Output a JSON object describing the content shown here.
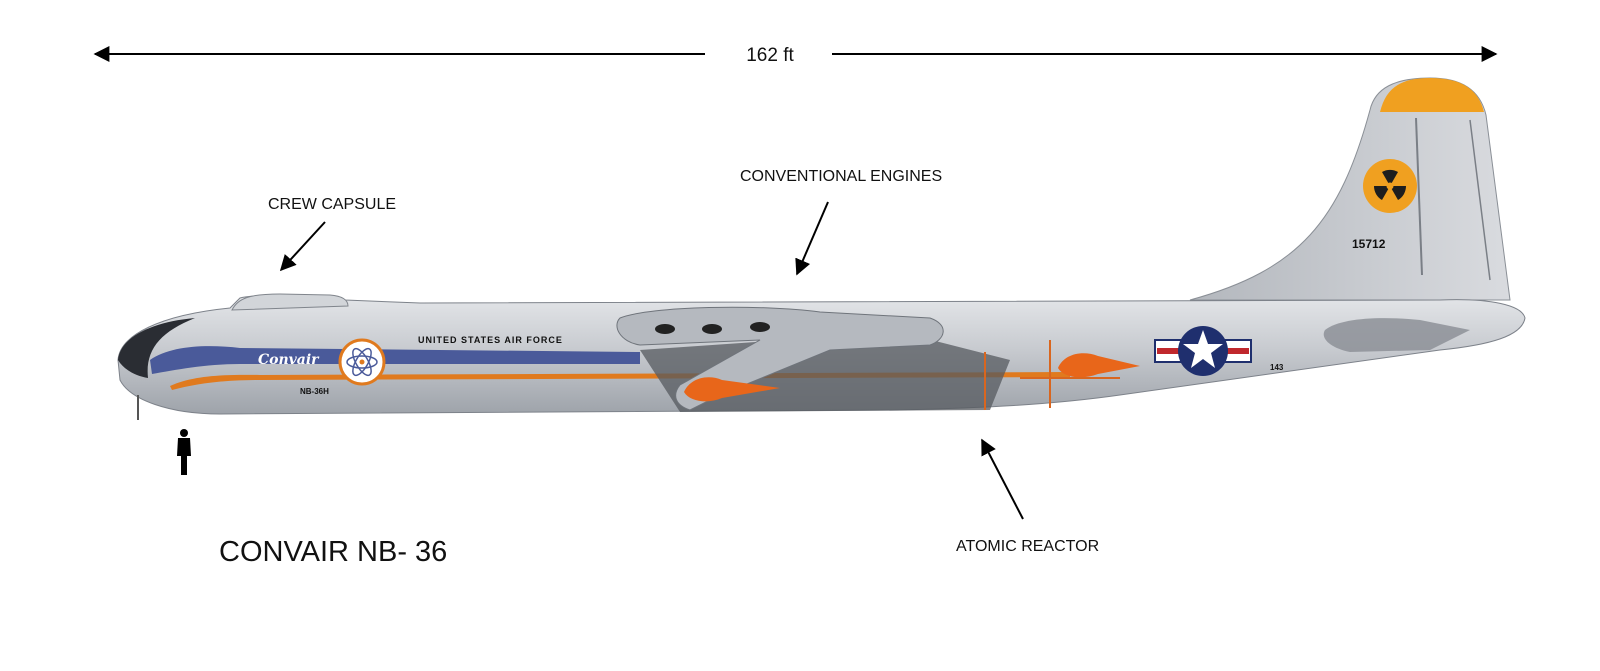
{
  "dimension": {
    "label": "162 ft"
  },
  "callouts": {
    "crew_capsule": "CREW CAPSULE",
    "conventional_engines": "CONVENTIONAL ENGINES",
    "atomic_reactor": "ATOMIC REACTOR"
  },
  "aircraft": {
    "name": "CONVAIR NB- 36",
    "fuselage_text": "UNITED STATES AIR FORCE",
    "brand_script": "Convair",
    "nose_code": "NB-36H",
    "tail_number": "15712",
    "aft_code": "143"
  },
  "colors": {
    "metal": "#c4c7cc",
    "metal_dark": "#8e939a",
    "stripe_blue": "#4a5a9a",
    "stripe_orange": "#e07a1e",
    "tail_tip": "#f0a020",
    "roundel_blue": "#1f2f6e",
    "arrow": "#000000"
  },
  "icons": {
    "radiation": "radiation-trefoil-icon",
    "atom": "atom-icon",
    "roundel": "usaf-roundel-icon",
    "person": "person-silhouette-icon"
  }
}
